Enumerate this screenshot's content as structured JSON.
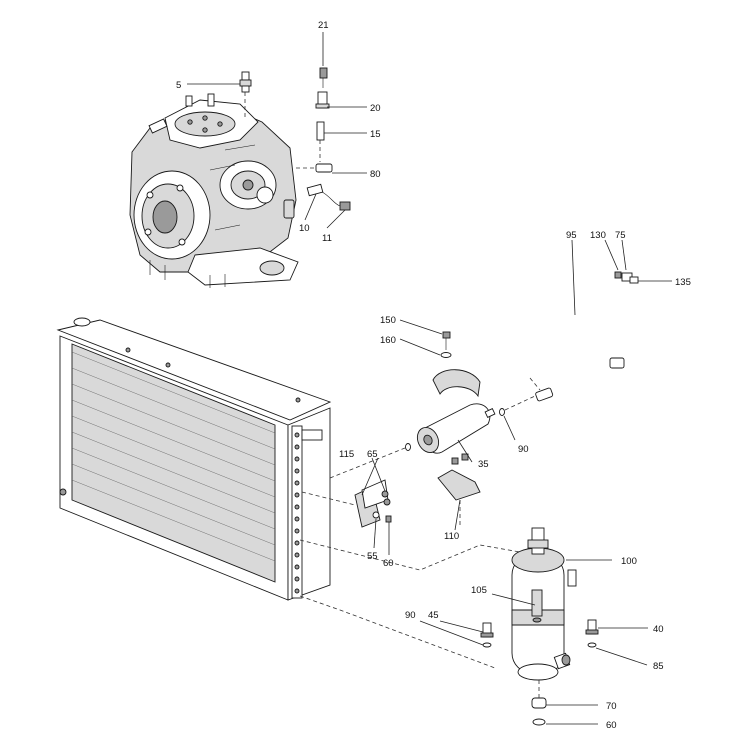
{
  "callouts": {
    "c21": "21",
    "c5": "5",
    "c20": "20",
    "c15": "15",
    "c80": "80",
    "c10": "10",
    "c11": "11",
    "c95": "95",
    "c130": "130",
    "c75": "75",
    "c135": "135",
    "c150": "150",
    "c160": "160",
    "c90a": "90",
    "c35": "35",
    "c115": "115",
    "c65": "65",
    "c55": "55",
    "c60a": "60",
    "c110": "110",
    "c100": "100",
    "c105": "105",
    "c90b": "90",
    "c45": "45",
    "c40": "40",
    "c85": "85",
    "c70": "70",
    "c60b": "60"
  }
}
